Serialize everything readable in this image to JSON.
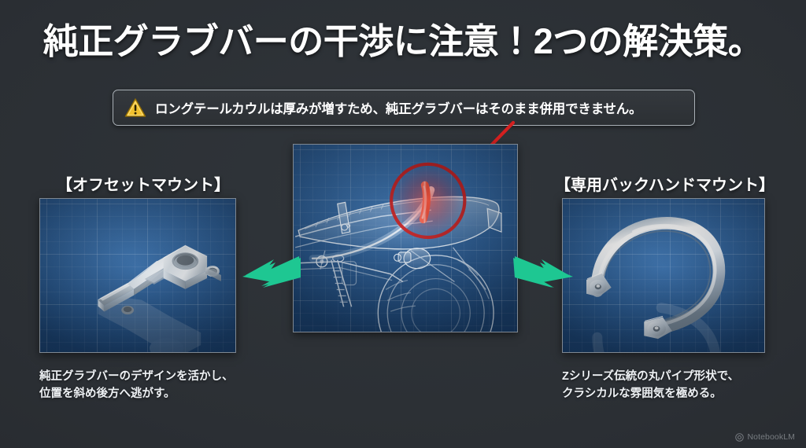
{
  "slide": {
    "title": "純正グラブバーの干渉に注意！2つの解決策。",
    "background_color": "#2b2f34",
    "accent_green": "#1ec792",
    "accent_red": "#d42020",
    "accent_warning": "#f2c12e",
    "blueprint_blue": "#245a97"
  },
  "warning": {
    "icon": "warning-triangle-icon",
    "text": "ロングテールカウルは厚みが増すため、純正グラブバーはそのまま併用できません。",
    "border_color": "#a9b0b6"
  },
  "center_panel": {
    "name": "blueprint-diagram",
    "subject": "motorcycle-rear-frame-blueprint",
    "highlight": {
      "shape": "circle",
      "color": "#d42020",
      "meaning": "interference-point"
    },
    "pointer": {
      "shape": "arrow",
      "color": "#d42020",
      "direction": "down-left"
    }
  },
  "solutions": [
    {
      "id": "offset-mount",
      "label": "【オフセットマウント】",
      "image": "offset-mount-bracket-render",
      "caption": "純正グラブバーのデザインを活かし、\n位置を斜め後方へ逃がす。",
      "arrow": {
        "color": "#1ec792",
        "direction": "left"
      }
    },
    {
      "id": "backhand-mount",
      "label": "【専用バックハンドマウント】",
      "image": "round-pipe-grab-bar-render",
      "caption": "Zシリーズ伝統の丸パイプ形状で、\nクラシカルな雰囲気を極める。",
      "arrow": {
        "color": "#1ec792",
        "direction": "right"
      }
    }
  ],
  "watermark": {
    "icon": "notebooklm-logo-icon",
    "label": "NotebookLM"
  }
}
